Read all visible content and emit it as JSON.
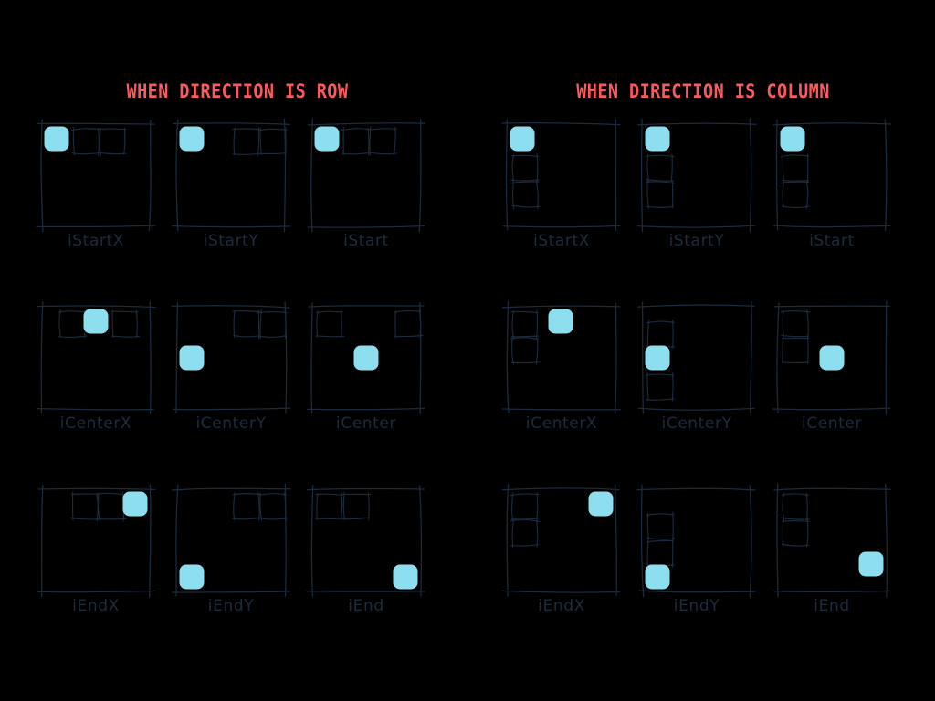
{
  "page": {
    "background": "#000000",
    "title_color": "#fa5a5d",
    "caption_color": "#1d2b3c",
    "frame_stroke": "#1b2b3e",
    "item_stroke": "#1b2b3e",
    "highlight_color": "#8ddff0"
  },
  "sections": [
    {
      "id": "row",
      "title": "WHEN DIRECTION IS ROW",
      "direction": "row",
      "cells": [
        {
          "label": "iStartX",
          "align": "start-x",
          "highlight_index": 0
        },
        {
          "label": "iStartY",
          "align": "start-y",
          "highlight_index": 0
        },
        {
          "label": "iStart",
          "align": "start",
          "highlight_index": 0
        },
        {
          "label": "iCenterX",
          "align": "center-x",
          "highlight_index": 1
        },
        {
          "label": "iCenterY",
          "align": "center-y",
          "highlight_index": 0
        },
        {
          "label": "iCenter",
          "align": "center",
          "highlight_index": 1
        },
        {
          "label": "iEndX",
          "align": "end-x",
          "highlight_index": 2
        },
        {
          "label": "iEndY",
          "align": "end-y",
          "highlight_index": 0
        },
        {
          "label": "iEnd",
          "align": "end",
          "highlight_index": 2
        }
      ]
    },
    {
      "id": "column",
      "title": "WHEN DIRECTION IS COLUMN",
      "direction": "column",
      "cells": [
        {
          "label": "iStartX",
          "align": "start-x",
          "highlight_index": 0
        },
        {
          "label": "iStartY",
          "align": "start-y",
          "highlight_index": 0
        },
        {
          "label": "iStart",
          "align": "start",
          "highlight_index": 0
        },
        {
          "label": "iCenterX",
          "align": "center-x",
          "highlight_index": 0
        },
        {
          "label": "iCenterY",
          "align": "center-y",
          "highlight_index": 1
        },
        {
          "label": "iCenter",
          "align": "center",
          "highlight_index": 1
        },
        {
          "label": "iEndX",
          "align": "end-x",
          "highlight_index": 0
        },
        {
          "label": "iEndY",
          "align": "end-y",
          "highlight_index": 2
        },
        {
          "label": "iEnd",
          "align": "end",
          "highlight_index": 2
        }
      ]
    }
  ],
  "item_count": 3
}
